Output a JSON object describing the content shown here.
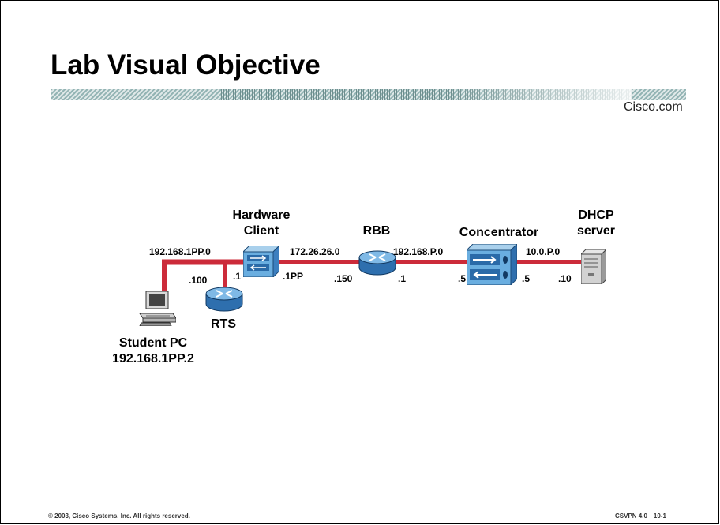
{
  "title": "Lab Visual Objective",
  "brand": "Cisco.com",
  "footer": {
    "copyright": "© 2003, Cisco Systems, Inc. All rights reserved.",
    "course": "CSVPN 4.0—10-1"
  },
  "colors": {
    "link": "#cc2b3a",
    "accent": "#93b4b4"
  },
  "devices": {
    "hardware_client": "Hardware\nClient",
    "rbb": "RBB",
    "concentrator": "Concentrator",
    "dhcp_server": "DHCP\nserver",
    "rts": "RTS",
    "student_pc": "Student PC\n192.168.1PP.2"
  },
  "networks": {
    "student_net": "192.168.1PP.0",
    "public_net": "172.26.26.0",
    "rbb_net": "192.168.P.0",
    "private_net": "10.0.P.0"
  },
  "hosts": {
    "rts_addr": ".100",
    "hw_client_inside": ".1",
    "hw_client_outside": ".1PP",
    "rbb_left": ".150",
    "rbb_right": ".1",
    "conc_public": ".5",
    "conc_private": ".5",
    "dhcp_addr": ".10"
  },
  "icons": [
    "router-icon",
    "vpn-client-icon",
    "vpn-concentrator-icon",
    "server-icon",
    "pc-icon"
  ]
}
